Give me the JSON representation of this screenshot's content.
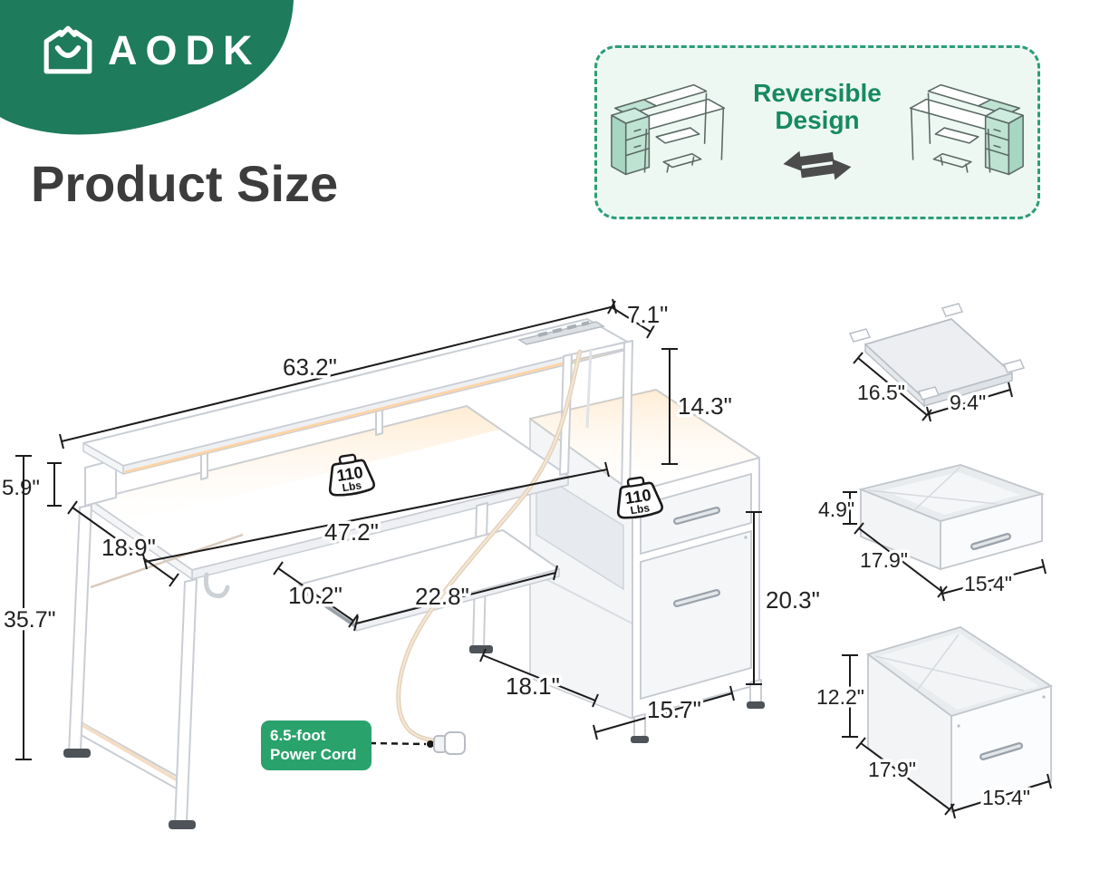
{
  "brand": {
    "logo_text": "AODK"
  },
  "header": {
    "title": "Product Size"
  },
  "reversible": {
    "line1": "Reversible",
    "line2": "Design"
  },
  "weight_badge": {
    "value": "110",
    "unit": "Lbs"
  },
  "power_cord_label": {
    "line1": "6.5-foot",
    "line2": "Power Cord"
  },
  "dims": {
    "shelf_depth": "7.1\"",
    "total_width": "63.2\"",
    "hutch_height": "14.3\"",
    "riser_height": "5.9\"",
    "desktop_depth": "18.9\"",
    "desktop_width": "47.2\"",
    "desk_height": "35.7\"",
    "tray_depth": "10.2\"",
    "tray_width": "22.8\"",
    "cabinet_floor_depth": "18.1\"",
    "cabinet_width": "15.7\"",
    "cabinet_height": "20.3\""
  },
  "side_items": {
    "shelf_panel": {
      "width": "16.5\"",
      "depth": "9.4\""
    },
    "small_drawer": {
      "height": "4.9\"",
      "depth": "17.9\"",
      "width": "15.4\""
    },
    "file_drawer": {
      "height": "12.2\"",
      "depth": "17.9\"",
      "width": "15.4\""
    }
  },
  "colors": {
    "brand_green": "#1e7b5b",
    "accent_green": "#2aa26c",
    "mint_bg": "#eef8f3",
    "title_text": "#3c3c3c",
    "dim_text": "#222222",
    "led_glow": "#ffd2a0"
  }
}
